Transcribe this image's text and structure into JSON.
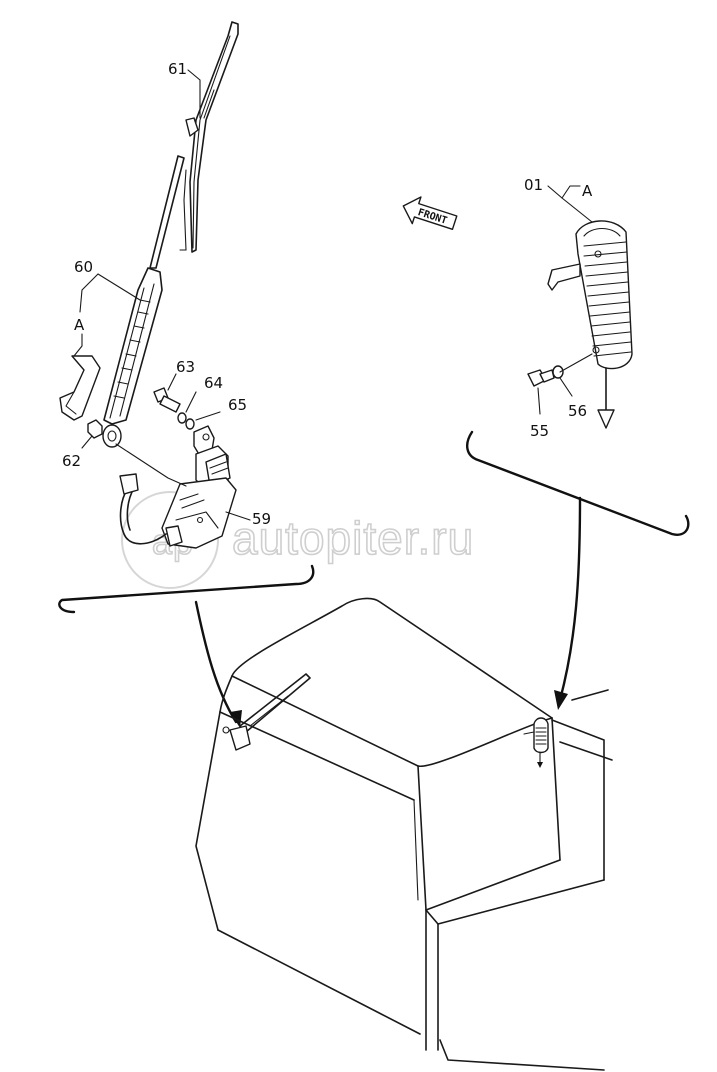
{
  "labels": {
    "p61": "61",
    "p60": "60",
    "pA_left": "A",
    "p63": "63",
    "p64": "64",
    "p65": "65",
    "p62": "62",
    "p59": "59",
    "p01": "01",
    "pA_right": "A",
    "p55": "55",
    "p56": "56"
  },
  "front_arrow_text": "FRONT",
  "watermark": {
    "text": "autopiter.ru"
  },
  "colors": {
    "line": "#1a1a1a",
    "background": "#ffffff",
    "watermark": "#cfcfcf"
  }
}
